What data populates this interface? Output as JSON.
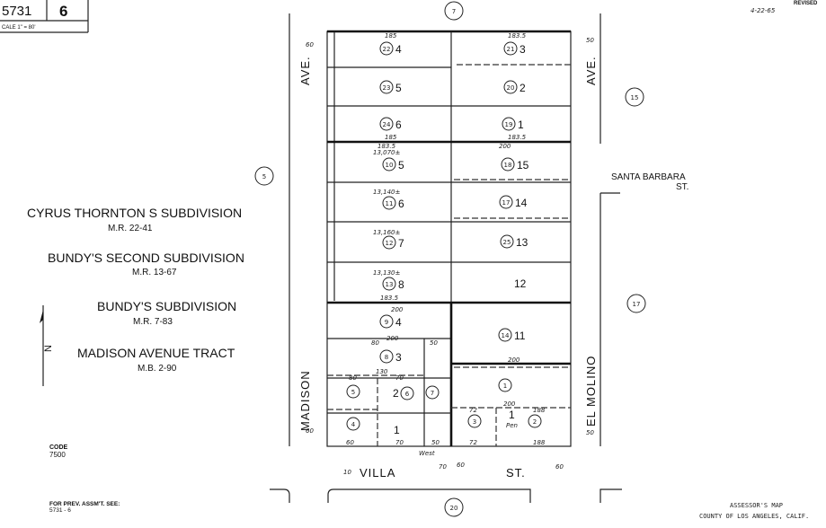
{
  "header": {
    "book": "5731",
    "page": "6",
    "scale": "CALE 1\" = 80'",
    "revised_label": "REVISED",
    "revised_date": "4-22-65"
  },
  "footer": {
    "agency_line1": "ASSESSOR'S MAP",
    "agency_line2": "COUNTY OF LOS ANGELES, CALIF.",
    "code_label": "CODE",
    "code_value": "7500",
    "prev_label": "FOR PREV. ASSM'T. SEE:",
    "prev_value": "5731 - 6"
  },
  "streets": {
    "madison_1": "AVE.",
    "madison_2": "MADISON",
    "el_molino_1": "AVE.",
    "el_molino_2": "EL MOLINO",
    "santa_barbara_1": "SANTA BARBARA",
    "santa_barbara_2": "ST.",
    "villa_1": "VILLA",
    "villa_2": "ST."
  },
  "adjacent_blocks": [
    "7",
    "15",
    "5",
    "17",
    "20"
  ],
  "subdivisions": [
    {
      "name": "CYRUS THORNTON S SUBDIVISION",
      "ref": "M.R. 22-41"
    },
    {
      "name": "BUNDY'S SECOND SUBDIVISION",
      "ref": "M.R. 13-67"
    },
    {
      "name": "BUNDY'S SUBDIVISION",
      "ref": "M.R. 7-83"
    },
    {
      "name": "MADISON AVENUE TRACT",
      "ref": "M.B. 2-90"
    }
  ],
  "north_label": "N",
  "parcels": [
    {
      "parcel": "22",
      "lot": "4"
    },
    {
      "parcel": "23",
      "lot": "5"
    },
    {
      "parcel": "24",
      "lot": "6"
    },
    {
      "parcel": "10",
      "lot": "5"
    },
    {
      "parcel": "11",
      "lot": "6"
    },
    {
      "parcel": "12",
      "lot": "7"
    },
    {
      "parcel": "13",
      "lot": "8"
    },
    {
      "parcel": "9",
      "lot": "4"
    },
    {
      "parcel": "8",
      "lot": "3"
    },
    {
      "parcel": "21",
      "lot": "3"
    },
    {
      "parcel": "20",
      "lot": "2"
    },
    {
      "parcel": "19",
      "lot": "1"
    },
    {
      "parcel": "18",
      "lot": "15"
    },
    {
      "parcel": "17",
      "lot": "14"
    },
    {
      "parcel": "25",
      "lot": "13"
    },
    {
      "parcel": "",
      "lot": "12"
    },
    {
      "parcel": "14",
      "lot": "11"
    },
    {
      "parcel": "5",
      "lot": ""
    },
    {
      "parcel": "6",
      "lot": "2"
    },
    {
      "parcel": "7",
      "lot": ""
    },
    {
      "parcel": "4",
      "lot": ""
    },
    {
      "parcel": "",
      "lot": "1"
    },
    {
      "parcel": "1",
      "lot": ""
    },
    {
      "parcel": "3",
      "lot": ""
    },
    {
      "parcel": "2",
      "lot": ""
    },
    {
      "parcel": "",
      "lot": "1"
    }
  ],
  "areas": [
    "13,070±",
    "13,140±",
    "13,160±",
    "13,130±"
  ],
  "pen_label": "Pen",
  "west_label": "West",
  "dimensions": [
    "185",
    "183.5",
    "185",
    "183.5",
    "183.5",
    "200",
    "183.5",
    "200",
    "200",
    "80",
    "50",
    "130",
    "70",
    "80",
    "60",
    "70",
    "50",
    "200",
    "200",
    "72",
    "188",
    "72",
    "188",
    "60",
    "60",
    "50",
    "50",
    "70",
    "60",
    "60",
    "10"
  ]
}
